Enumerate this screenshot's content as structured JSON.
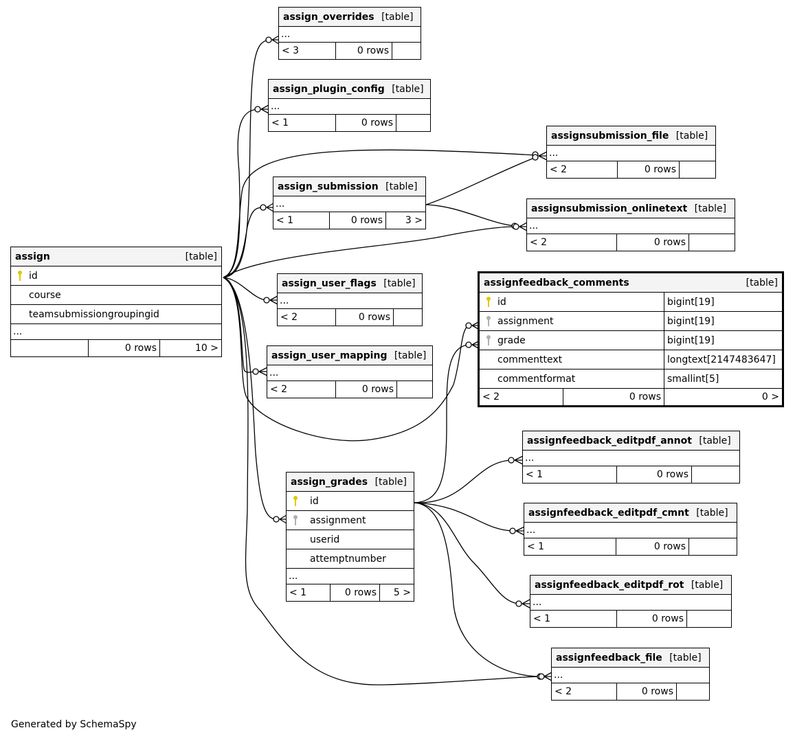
{
  "footer": "Generated by SchemaSpy",
  "tables": {
    "assign_overrides": {
      "name": "assign_overrides",
      "type": "[table]",
      "ellipsis": "...",
      "parents": "< 3",
      "rows": "0 rows"
    },
    "assign_plugin_config": {
      "name": "assign_plugin_config",
      "type": "[table]",
      "ellipsis": "...",
      "parents": "< 1",
      "rows": "0 rows"
    },
    "assignsubmission_file": {
      "name": "assignsubmission_file",
      "type": "[table]",
      "ellipsis": "...",
      "parents": "< 2",
      "rows": "0 rows"
    },
    "assign_submission": {
      "name": "assign_submission",
      "type": "[table]",
      "ellipsis": "...",
      "parents": "< 1",
      "rows": "0 rows",
      "children": "3 >"
    },
    "assignsubmission_onlinetext": {
      "name": "assignsubmission_onlinetext",
      "type": "[table]",
      "ellipsis": "...",
      "parents": "< 2",
      "rows": "0 rows"
    },
    "assign": {
      "name": "assign",
      "type": "[table]",
      "columns": [
        "id",
        "course",
        "teamsubmissiongroupingid"
      ],
      "ellipsis": "...",
      "parents": "",
      "rows": "0 rows",
      "children": "10 >"
    },
    "assign_user_flags": {
      "name": "assign_user_flags",
      "type": "[table]",
      "ellipsis": "...",
      "parents": "< 2",
      "rows": "0 rows"
    },
    "assignfeedback_comments": {
      "name": "assignfeedback_comments",
      "type": "[table]",
      "columns": [
        {
          "name": "id",
          "type": "bigint[19]"
        },
        {
          "name": "assignment",
          "type": "bigint[19]"
        },
        {
          "name": "grade",
          "type": "bigint[19]"
        },
        {
          "name": "commenttext",
          "type": "longtext[2147483647]"
        },
        {
          "name": "commentformat",
          "type": "smallint[5]"
        }
      ],
      "parents": "< 2",
      "rows": "0 rows",
      "children": "0 >"
    },
    "assign_user_mapping": {
      "name": "assign_user_mapping",
      "type": "[table]",
      "ellipsis": "...",
      "parents": "< 2",
      "rows": "0 rows"
    },
    "assignfeedback_editpdf_annot": {
      "name": "assignfeedback_editpdf_annot",
      "type": "[table]",
      "ellipsis": "...",
      "parents": "< 1",
      "rows": "0 rows"
    },
    "assign_grades": {
      "name": "assign_grades",
      "type": "[table]",
      "columns": [
        "id",
        "assignment",
        "userid",
        "attemptnumber"
      ],
      "ellipsis": "...",
      "parents": "< 1",
      "rows": "0 rows",
      "children": "5 >"
    },
    "assignfeedback_editpdf_cmnt": {
      "name": "assignfeedback_editpdf_cmnt",
      "type": "[table]",
      "ellipsis": "...",
      "parents": "< 1",
      "rows": "0 rows"
    },
    "assignfeedback_editpdf_rot": {
      "name": "assignfeedback_editpdf_rot",
      "type": "[table]",
      "ellipsis": "...",
      "parents": "< 1",
      "rows": "0 rows"
    },
    "assignfeedback_file": {
      "name": "assignfeedback_file",
      "type": "[table]",
      "ellipsis": "...",
      "parents": "< 2",
      "rows": "0 rows"
    }
  },
  "relationships": [
    {
      "from": "assign_overrides",
      "to": "assign.id"
    },
    {
      "from": "assign_plugin_config",
      "to": "assign.id"
    },
    {
      "from": "assignsubmission_file",
      "to": "assign.id"
    },
    {
      "from": "assignsubmission_file",
      "to": "assign_submission"
    },
    {
      "from": "assign_submission",
      "to": "assign.id"
    },
    {
      "from": "assignsubmission_onlinetext",
      "to": "assign.id"
    },
    {
      "from": "assignsubmission_onlinetext",
      "to": "assign_submission"
    },
    {
      "from": "assign_user_flags",
      "to": "assign.id"
    },
    {
      "from": "assign_user_mapping",
      "to": "assign.id"
    },
    {
      "from": "assignfeedback_comments.assignment",
      "to": "assign.id"
    },
    {
      "from": "assignfeedback_comments.grade",
      "to": "assign_grades.id"
    },
    {
      "from": "assign_grades.assignment",
      "to": "assign.id"
    },
    {
      "from": "assignfeedback_editpdf_annot",
      "to": "assign_grades.id"
    },
    {
      "from": "assignfeedback_editpdf_cmnt",
      "to": "assign_grades.id"
    },
    {
      "from": "assignfeedback_editpdf_rot",
      "to": "assign_grades.id"
    },
    {
      "from": "assignfeedback_file",
      "to": "assign.id"
    },
    {
      "from": "assignfeedback_file",
      "to": "assign_grades.id"
    }
  ]
}
